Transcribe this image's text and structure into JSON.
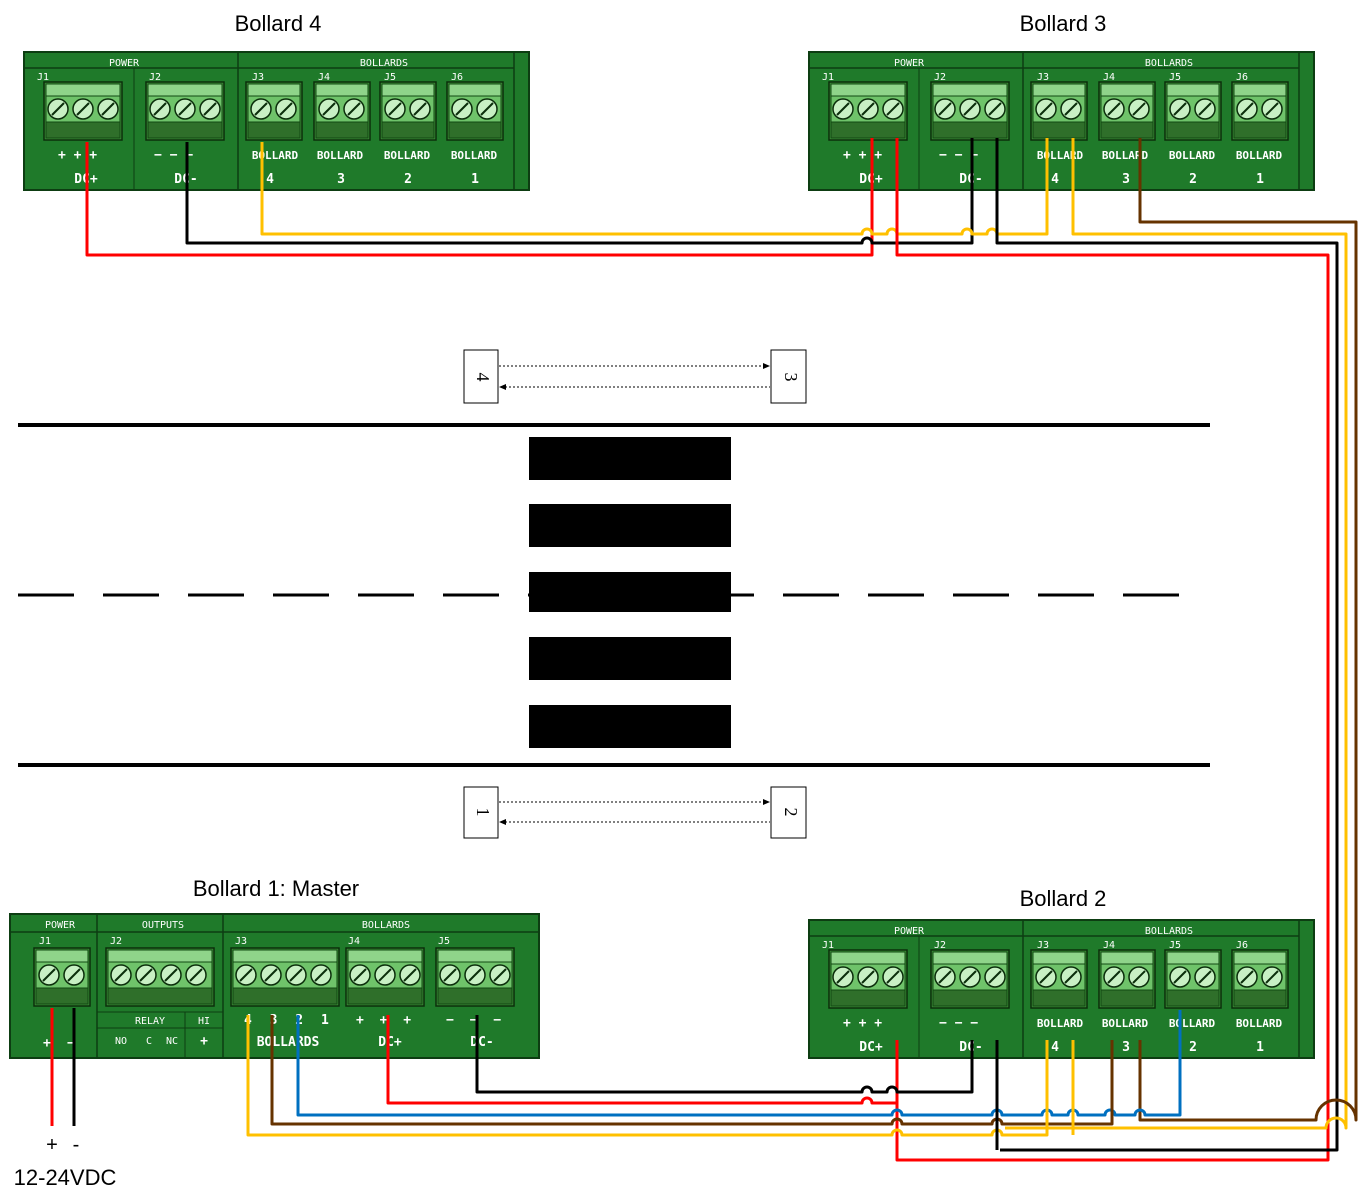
{
  "labels": {
    "bollard4": "Bollard 4",
    "bollard3": "Bollard 3",
    "bollard1": "Bollard 1: Master",
    "bollard2": "Bollard 2",
    "supply_plus": "+",
    "supply_minus": "-",
    "supply_voltage": "12-24VDC"
  },
  "board": {
    "power_header": "POWER",
    "bollards_header": "BOLLARDS",
    "outputs_header": "OUTPUTS",
    "j1": "J1",
    "j2": "J2",
    "j3": "J3",
    "j4": "J4",
    "j5": "J5",
    "j6": "J6",
    "dc_plus": "DC+",
    "dc_minus": "DC-",
    "plus_signs": "+ + +",
    "minus_signs": "− − −",
    "bollard": "BOLLARD",
    "n4": "4",
    "n3": "3",
    "n2": "2",
    "n1": "1",
    "relay": "RELAY",
    "hi": "HI",
    "no": "NO",
    "c": "C",
    "nc": "NC",
    "plus": "+",
    "minus": "−",
    "master_bollards": "BOLLARDS",
    "master_nums": "4 3 2 1",
    "master_plus": "+ + +",
    "master_minus": "− − −"
  },
  "sensors": {
    "s4": "4",
    "s3": "3",
    "s1": "1",
    "s2": "2"
  },
  "colors": {
    "board_green": "#1f7a2a",
    "terminal_green": "#5cb85c",
    "red": "#ff0000",
    "black": "#000000",
    "yellow": "#ffc000",
    "brown": "#663300",
    "blue": "#0070c0"
  }
}
